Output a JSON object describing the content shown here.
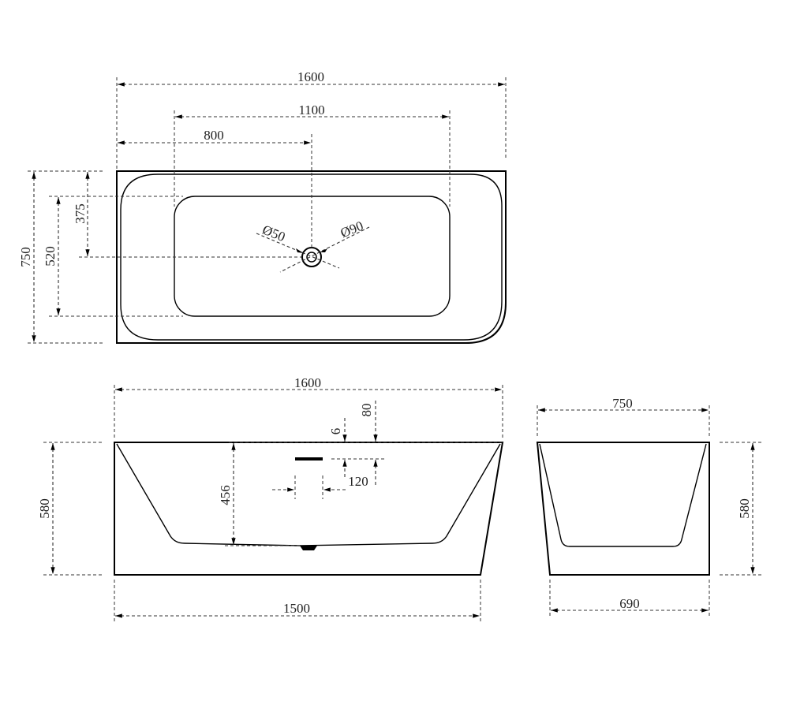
{
  "top_view": {
    "dim_length": "1600",
    "dim_inner_length": "1100",
    "dim_drain_offset": "800",
    "dim_width": "750",
    "dim_inner_width": "520",
    "dim_drain_side": "375",
    "label_drain_dia": "Ø50",
    "label_overflow_dia": "Ø90"
  },
  "front_view": {
    "dim_length": "1600",
    "dim_height": "580",
    "dim_depth": "456",
    "dim_overflow_top": "80",
    "dim_overflow_height": "6",
    "dim_overflow_width": "120",
    "dim_base_length": "1500"
  },
  "side_view": {
    "dim_width": "750",
    "dim_height": "580",
    "dim_base_width": "690"
  }
}
